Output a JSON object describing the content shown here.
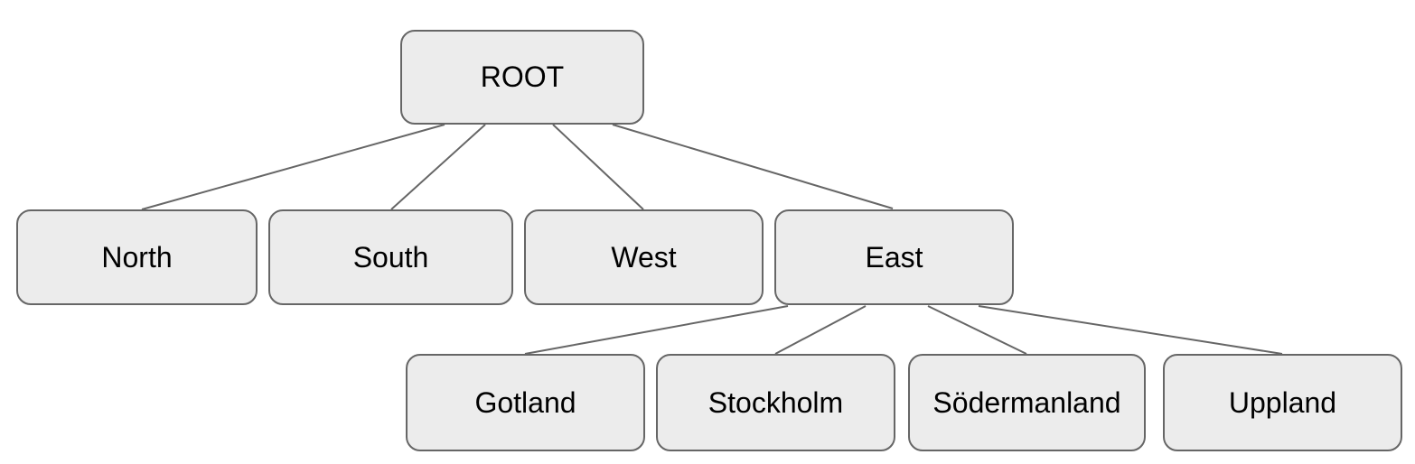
{
  "diagram": {
    "type": "tree",
    "colors": {
      "background": "#ffffff",
      "node_fill": "#ececec",
      "node_border": "#666666",
      "edge": "#666666",
      "text": "#000000"
    },
    "nodes": [
      {
        "id": "root",
        "label": "ROOT"
      },
      {
        "id": "north",
        "label": "North"
      },
      {
        "id": "south",
        "label": "South"
      },
      {
        "id": "west",
        "label": "West"
      },
      {
        "id": "east",
        "label": "East"
      },
      {
        "id": "gotland",
        "label": "Gotland"
      },
      {
        "id": "stockholm",
        "label": "Stockholm"
      },
      {
        "id": "sodermanland",
        "label": "Södermanland"
      },
      {
        "id": "uppland",
        "label": "Uppland"
      }
    ],
    "edges": [
      {
        "from": "root",
        "to": "north"
      },
      {
        "from": "root",
        "to": "south"
      },
      {
        "from": "root",
        "to": "west"
      },
      {
        "from": "root",
        "to": "east"
      },
      {
        "from": "east",
        "to": "gotland"
      },
      {
        "from": "east",
        "to": "stockholm"
      },
      {
        "from": "east",
        "to": "sodermanland"
      },
      {
        "from": "east",
        "to": "uppland"
      }
    ]
  }
}
